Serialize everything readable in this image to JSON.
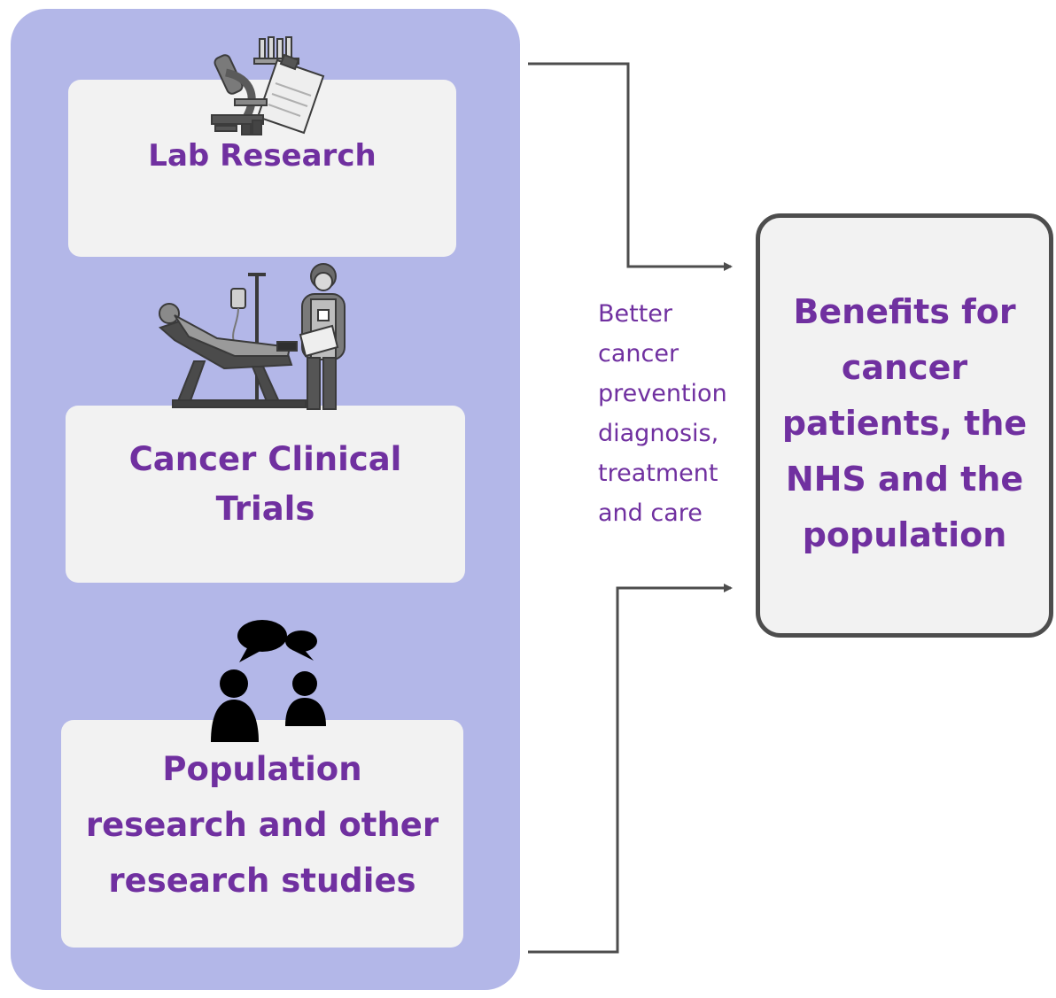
{
  "sources": [
    {
      "label": "Lab Research",
      "icon": "lab-research-icon"
    },
    {
      "label_lines": [
        "Cancer Clinical",
        "Trials"
      ],
      "icon": "clinical-trial-icon"
    },
    {
      "label_lines": [
        "Population",
        "research and other",
        "research studies"
      ],
      "icon": "people-talking-icon"
    }
  ],
  "outcome_lines": [
    "Better",
    "cancer",
    "prevention",
    "diagnosis,",
    "treatment",
    "and care"
  ],
  "target_lines": [
    "Benefits for",
    "cancer",
    "patients, the",
    "NHS and the",
    "population"
  ],
  "colors": {
    "panel": "#b3b7e8",
    "card": "#f2f2f2",
    "text": "#7030a0",
    "connector": "#4d4d4d"
  }
}
